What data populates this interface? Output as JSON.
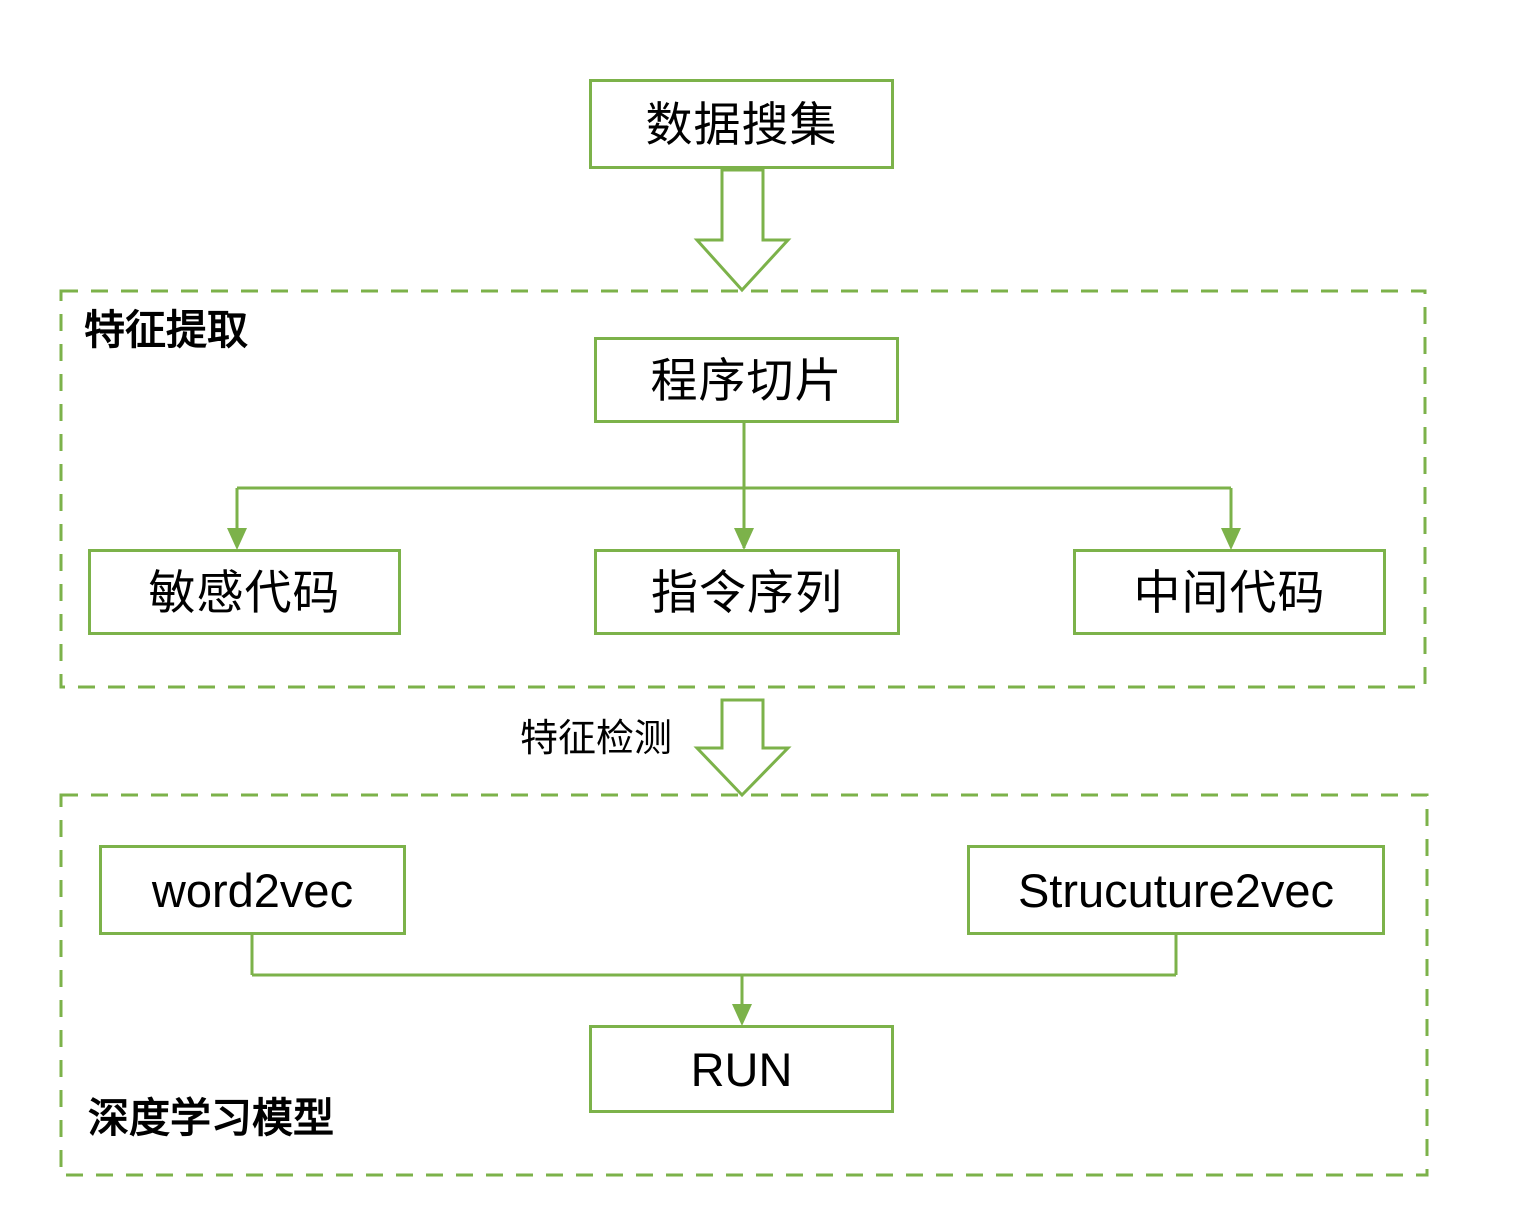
{
  "diagram": {
    "title_text": "",
    "colors": {
      "accent_green": "#7cb24a",
      "text": "#000000",
      "background": "#ffffff"
    },
    "nodes": {
      "data_collection": "数据搜集",
      "program_slicing": "程序切片",
      "sensitive_code": "敏感代码",
      "instruction_sequence": "指令序列",
      "intermediate_code": "中间代码",
      "word2vec": "word2vec",
      "structure2vec": "Strucuture2vec",
      "run": "RUN"
    },
    "groups": {
      "feature_extraction": "特征提取",
      "deep_learning_model": "深度学习模型"
    },
    "edge_labels": {
      "feature_detection": "特征检测"
    }
  }
}
